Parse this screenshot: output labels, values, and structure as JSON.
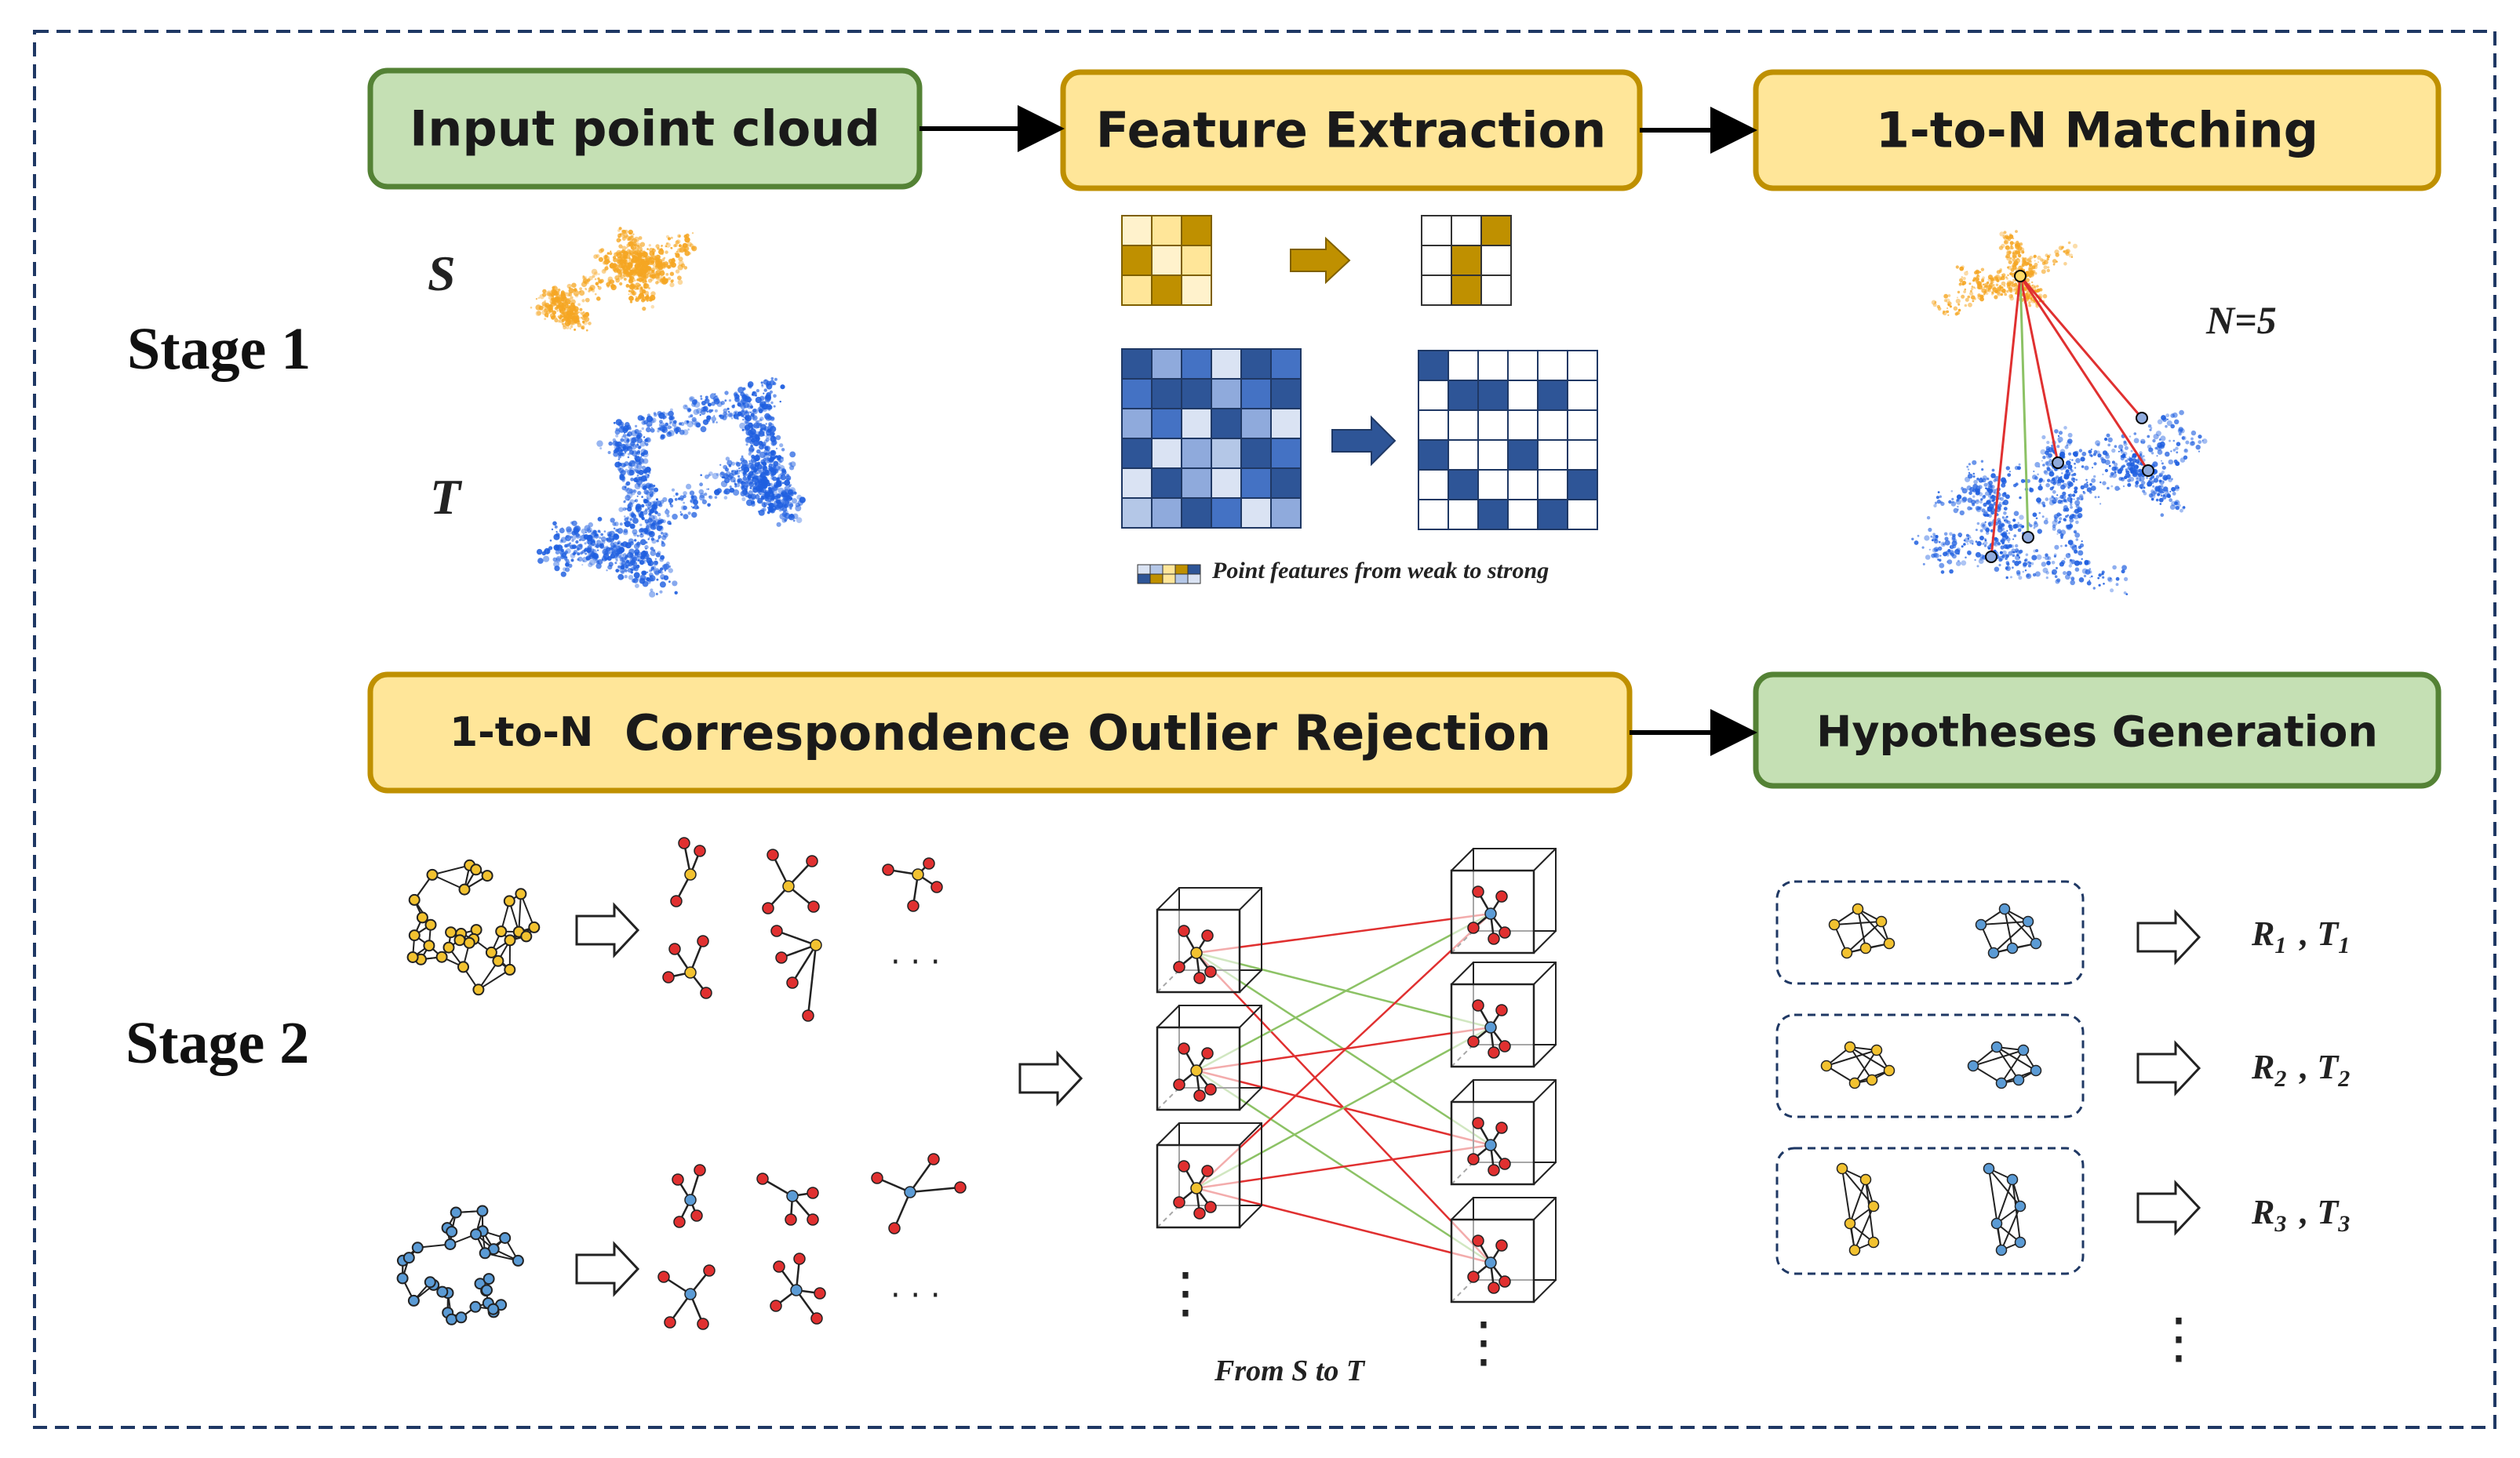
{
  "stages": {
    "stage1": "Stage 1",
    "stage2": "Stage 2"
  },
  "boxes": {
    "input": "Input point cloud",
    "feature": "Feature Extraction",
    "matching": "1-to-N Matching",
    "outlier_prefix": "1-to-N",
    "outlier_rest": "Correspondence Outlier Rejection",
    "hypotheses": "Hypotheses Generation"
  },
  "labels": {
    "source": "S",
    "target": "T",
    "n_value": "N=5",
    "legend": "Point features from weak to strong",
    "from_s_to_t": "From S to T",
    "ellipsis": "· · ·",
    "vdots": "⋮"
  },
  "hypotheses": [
    {
      "R": "R",
      "T": "T",
      "sub": "1"
    },
    {
      "R": "R",
      "T": "T",
      "sub": "2"
    },
    {
      "R": "R",
      "T": "T",
      "sub": "3"
    }
  ],
  "colors": {
    "green_fill": "#c5e0b4",
    "green_stroke": "#548235",
    "yellow_fill": "#ffe699",
    "yellow_stroke": "#bf9000",
    "gold": "#bf9000",
    "orange": "#f5a623",
    "blue": "#1f5fe0",
    "navy": "#2e5597",
    "red": "#e03030",
    "lightgreen": "#8cc265"
  }
}
